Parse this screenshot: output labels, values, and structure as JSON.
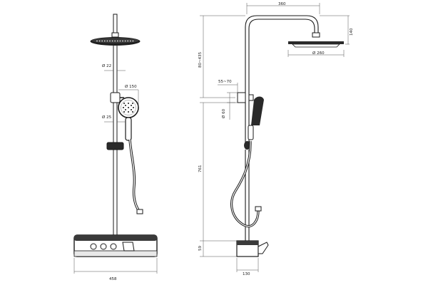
{
  "front_view": {
    "labels": {
      "pipe_diameter": "Ø 22",
      "handshower_diameter": "Ø 150",
      "lower_pipe_diameter": "Ø 25",
      "overall_width": "458"
    }
  },
  "side_view": {
    "labels": {
      "arm_length": "360",
      "head_height": "140",
      "head_diameter": "Ø 260",
      "height_range": "80~435",
      "bracket_offset": "55~70",
      "bracket_diameter": "Ø 60",
      "riser_length": "761",
      "base_height": "59",
      "base_depth": "130"
    }
  },
  "colors": {
    "line": "#1a1a1a",
    "dark_fill": "#2a2a2a",
    "shower_face": "#3a3a3a",
    "nozzle": "#e8e8e8"
  }
}
